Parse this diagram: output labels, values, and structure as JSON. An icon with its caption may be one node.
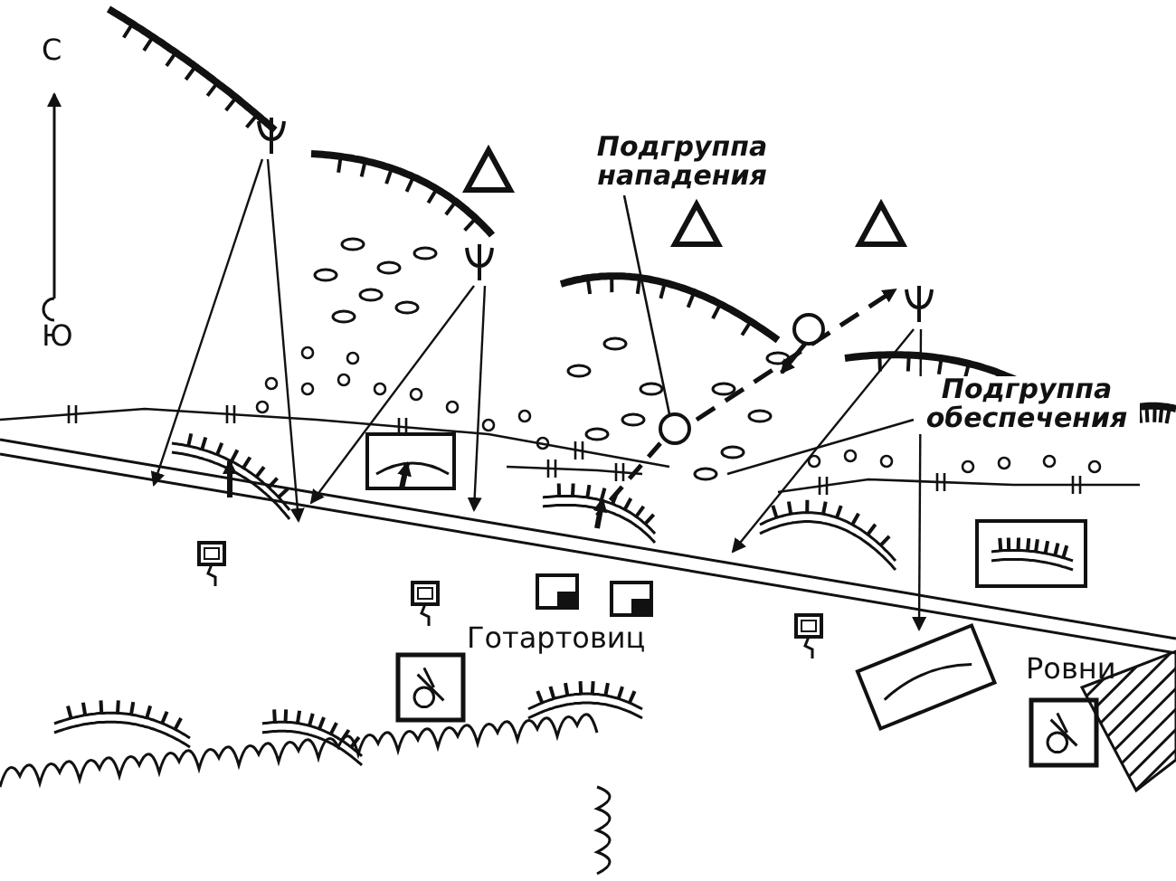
{
  "diagram": {
    "nodes": [
      {
        "text": [
          "Подгруппа нападения"
        ]
      },
      {
        "text": [],
        "shape": "circle"
      },
      {
        "text": [
          "Подгруппа обеспечения"
        ]
      }
    ],
    "edges": [
      {
        "from": 0,
        "to": 1,
        "arrow": "none"
      },
      {
        "from": 2,
        "to": null,
        "arrow": "none"
      }
    ],
    "labels": [
      "С",
      "Ю",
      "Готартовиц",
      "Ровни"
    ]
  }
}
